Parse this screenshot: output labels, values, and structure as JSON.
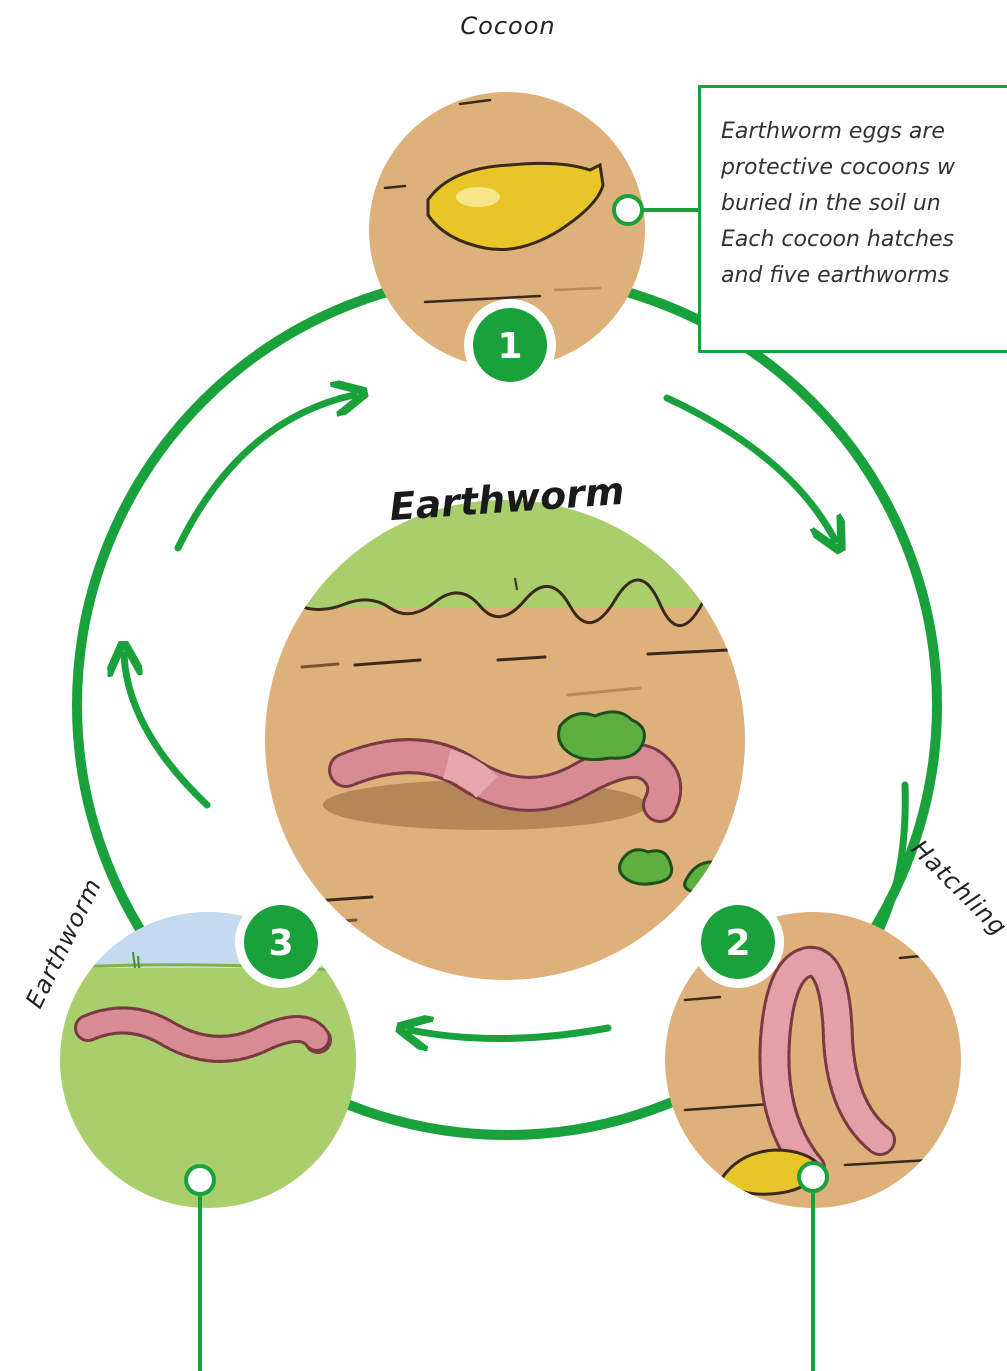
{
  "title": "Earthworm",
  "stages": [
    {
      "number": "1",
      "label": "Cocoon"
    },
    {
      "number": "2",
      "label": "Hatchling"
    },
    {
      "number": "3",
      "label": "Earthworm"
    }
  ],
  "note": {
    "lines": [
      "Earthworm eggs are",
      "protective cocoons w",
      "buried in the soil un",
      "Each cocoon hatches",
      "and five earthworms"
    ]
  },
  "colors": {
    "cycle_green": "#19a13c",
    "soil": "#deb07a",
    "grass": "#a9cf6c",
    "sky": "#c5d9f0",
    "worm": "#d98b94",
    "cocoon": "#e8c62a"
  }
}
